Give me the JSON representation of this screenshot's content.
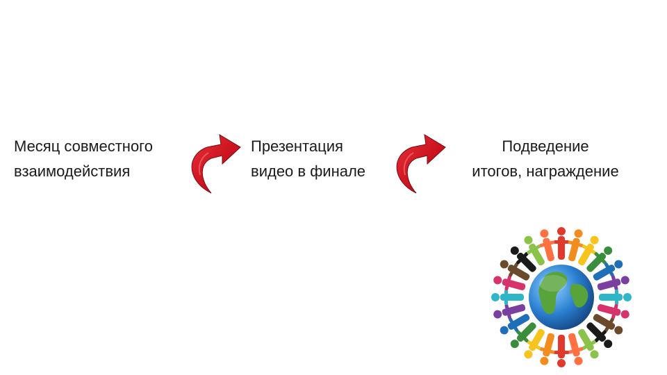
{
  "steps": [
    {
      "line1": "Месяц совместного",
      "line2": "взаимодействия"
    },
    {
      "line1": "Презентация",
      "line2": "видео в финале"
    },
    {
      "line1": "Подведение",
      "line2": "итогов, награждение"
    }
  ],
  "icons": {
    "arrow": "curved-arrow-icon",
    "globe": "globe-with-people-icon"
  },
  "colors": {
    "arrow_red": "#c8101c",
    "arrow_dark": "#8e0a12",
    "ocean": "#2a7fd0",
    "land": "#58a33a"
  }
}
